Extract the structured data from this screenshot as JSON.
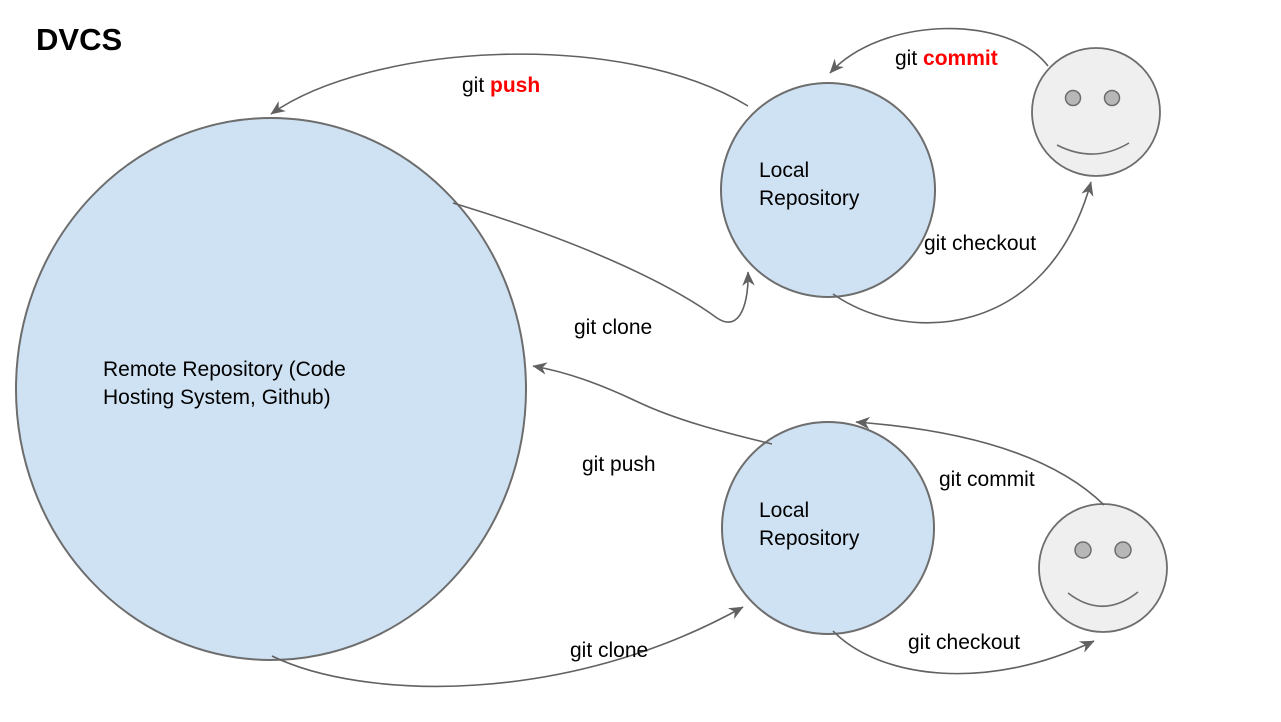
{
  "title": "DVCS",
  "colors": {
    "repository_fill": "#cfe2f3",
    "repository_stroke": "#6d6d6d",
    "user_fill": "#efefef",
    "user_stroke": "#6d6d6d",
    "eye_fill": "#b7b7b7",
    "arrow": "#616161",
    "text": "#000000",
    "highlight": "#ff0000"
  },
  "nodes": {
    "remote_repository": {
      "label": "Remote Repository (Code Hosting System, Github)"
    },
    "local_repository_top": {
      "label": "Local Repository"
    },
    "local_repository_bottom": {
      "label": "Local Repository"
    },
    "user_top": {
      "label": "user-smiley-face"
    },
    "user_bottom": {
      "label": "user-smiley-face"
    }
  },
  "arrow_labels": {
    "push_top": {
      "prefix": "git ",
      "command": "push",
      "highlighted": true
    },
    "commit_top": {
      "prefix": "git ",
      "command": "commit",
      "highlighted": true
    },
    "checkout_top": {
      "prefix": "git ",
      "command": "checkout",
      "highlighted": false
    },
    "clone_top": {
      "prefix": "git ",
      "command": "clone",
      "highlighted": false
    },
    "push_bottom": {
      "prefix": "git ",
      "command": "push",
      "highlighted": false
    },
    "commit_bottom": {
      "prefix": "git ",
      "command": "commit",
      "highlighted": false
    },
    "checkout_bottom": {
      "prefix": "git ",
      "command": "checkout",
      "highlighted": false
    },
    "clone_bottom": {
      "prefix": "git ",
      "command": "clone",
      "highlighted": false
    }
  }
}
